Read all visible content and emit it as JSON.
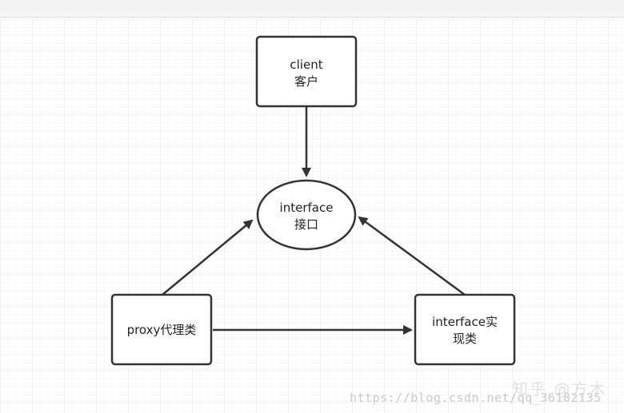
{
  "diagram": {
    "nodes": {
      "client": {
        "line1": "client",
        "line2": "客户"
      },
      "interface": {
        "line1": "interface",
        "line2": "接口"
      },
      "proxy": {
        "line1": "proxy代理类"
      },
      "impl": {
        "line1": "interface实",
        "line2": "现类"
      }
    },
    "edges": [
      {
        "from": "client",
        "to": "interface"
      },
      {
        "from": "proxy",
        "to": "interface"
      },
      {
        "from": "impl",
        "to": "interface"
      },
      {
        "from": "proxy",
        "to": "impl"
      }
    ]
  },
  "watermark": {
    "url": "https://blog.csdn.net/qq_36182135",
    "brand": "知乎 @方木"
  },
  "colors": {
    "stroke": "#333333",
    "grid_minor": "#eeeeee",
    "grid_major": "#e2e2e2",
    "text": "#222222"
  }
}
